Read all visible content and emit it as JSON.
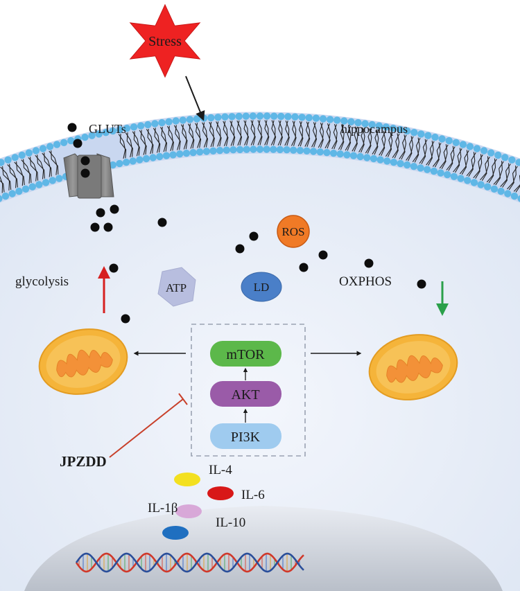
{
  "labels": {
    "stress": "Stress",
    "gluts": "GLUTs",
    "hippocampus": "hippocampus",
    "ros": "ROS",
    "glycolysis": "glycolysis",
    "atp": "ATP",
    "ld": "LD",
    "oxphos": "OXPHOS",
    "mtor": "mTOR",
    "akt": "AKT",
    "pi3k": "PI3K",
    "jpzdd": "JPZDD",
    "il4": "IL-4",
    "il6": "IL-6",
    "il1b": "IL-1β",
    "il10": "IL-10"
  },
  "colors": {
    "stress": "#ee2222",
    "ros": "#f07a26",
    "ld": "#4a7fc8",
    "atp": "#b8bedf",
    "mtor": "#5cb84a",
    "akt": "#9a5ba8",
    "pi3k": "#9fcbef",
    "glycolysis_arrow": "#d62020",
    "oxphos_arrow": "#2aa04a",
    "inhibition_line": "#c8402a",
    "il4": "#f3e020",
    "il6": "#d81818",
    "il1b": "#d8a8d8",
    "il10": "#1f6fc0",
    "mitochondria_outer": "#f5b43a",
    "mitochondria_inner": "#f39138",
    "membrane_heads": "#5fb7e6"
  },
  "icons": [
    "stress-star",
    "glucose-transporter",
    "mitochondria",
    "dna-helix"
  ]
}
